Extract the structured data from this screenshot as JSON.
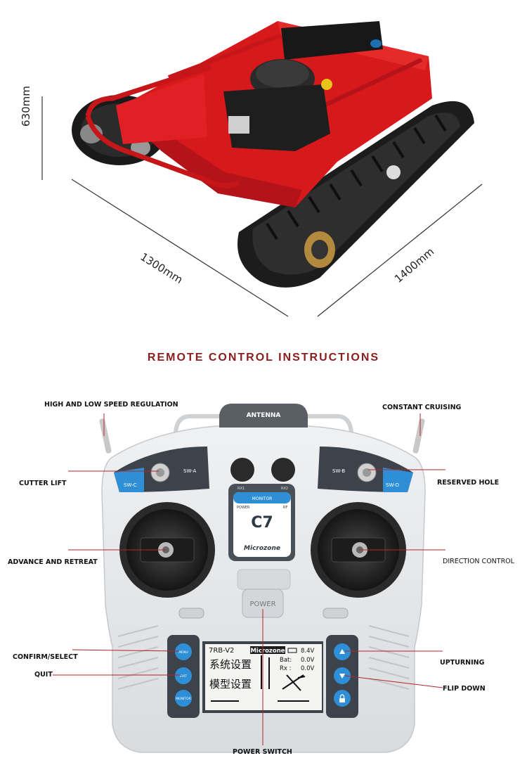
{
  "dimensions": {
    "height": "630mm",
    "width": "1300mm",
    "length": "1400mm"
  },
  "section_title": "REMOTE CONTROL INSTRUCTIONS",
  "labels": {
    "high_low_speed": "HIGH AND LOW SPEED REGULATION",
    "constant_cruising": "CONSTANT CRUISING",
    "cutter_lift": "CUTTER LIFT",
    "reserved_hole": "RESERVED HOLE",
    "advance_retreat": "ADVANCE AND RETREAT",
    "direction_control": "DIRECTION CONTROL",
    "confirm_select": "CONFIRM/SELECT",
    "quit": "QUIT",
    "upturning": "UPTURNING",
    "flip_down": "FLIP DOWN",
    "power_switch": "POWER SWITCH"
  },
  "remote": {
    "antenna": "ANTENNA",
    "sw_a": "SW-A",
    "sw_b": "SW-B",
    "sw_c": "SW-C",
    "sw_d": "SW-D",
    "monitor": "MONITOR",
    "rx1": "RX1",
    "rx2": "RX2",
    "power_small": "POWER",
    "rf": "RF",
    "model": "C7",
    "brand": "Microzone",
    "power_button": "POWER",
    "btn_menu": "MENU",
    "btn_exit": "EXIT",
    "btn_monitor": "MONITOR"
  },
  "lcd": {
    "model_line": "7RB-V2",
    "brand": "Microzone",
    "menu_1": "系统设置",
    "menu_2": "模型设置",
    "bat_label": "Bat:",
    "bat_value": "8.4V",
    "bat_label2": "Bat:",
    "bat_value2": "0.0V",
    "rx_label": "Rx :",
    "rx_value": "0.0V"
  },
  "colors": {
    "mower_red": "#d8191b",
    "title_red": "#8a1d1d",
    "remote_body": "#e6e8ea",
    "accent_blue": "#2e8fd6",
    "pointer_line": "#b2242a"
  }
}
